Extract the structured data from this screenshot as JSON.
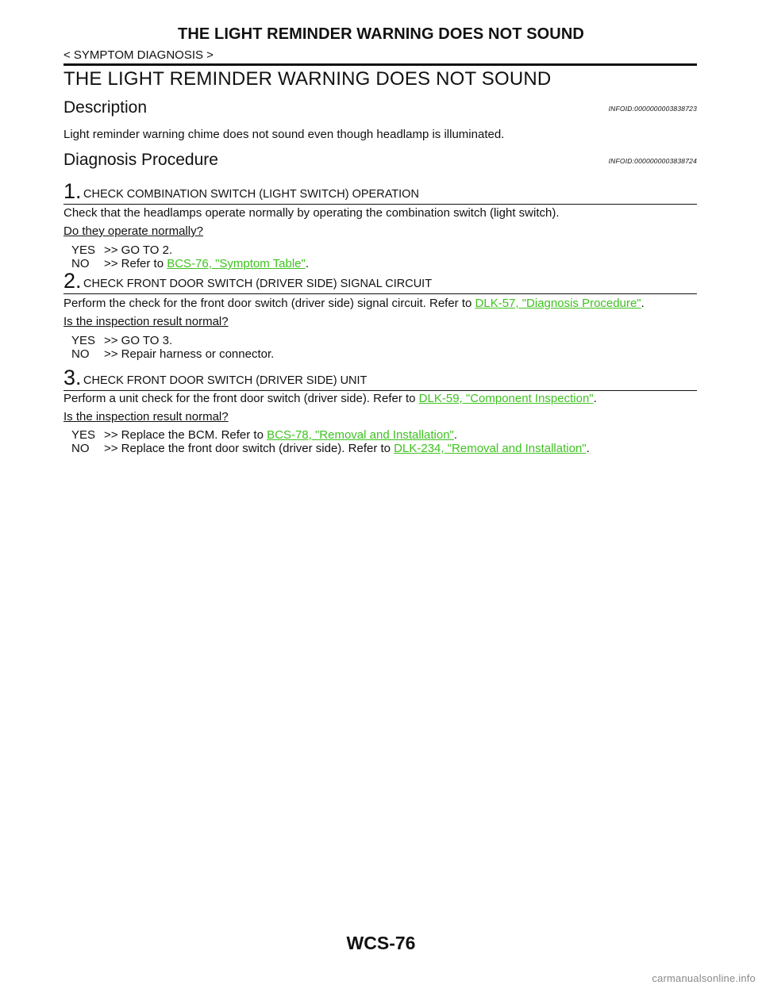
{
  "header": {
    "running_title": "THE LIGHT REMINDER WARNING DOES NOT SOUND",
    "section": "< SYMPTOM DIAGNOSIS >"
  },
  "title": "THE LIGHT REMINDER WARNING DOES NOT SOUND",
  "description": {
    "heading": "Description",
    "infoid": "INFOID:0000000003838723",
    "text": "Light reminder warning chime does not sound even though headlamp is illuminated."
  },
  "procedure": {
    "heading": "Diagnosis Procedure",
    "infoid": "INFOID:0000000003838724",
    "steps": [
      {
        "number": "1.",
        "title": "CHECK COMBINATION SWITCH (LIGHT SWITCH) OPERATION",
        "text": "Check that the headlamps operate normally by operating the combination switch (light switch).",
        "question": "Do they operate normally?",
        "yes": {
          "key": "YES",
          "text": ">> GO TO 2."
        },
        "no": {
          "key": "NO",
          "text": ">> Refer to ",
          "link": "BCS-76, \"Symptom Table\"",
          "suffix": "."
        }
      },
      {
        "number": "2.",
        "title": "CHECK FRONT DOOR SWITCH (DRIVER SIDE) SIGNAL CIRCUIT",
        "text": "Perform the check for the front door switch (driver side) signal circuit. Refer to ",
        "text_link": "DLK-57, \"Diagnosis Procedure\"",
        "text_suffix": ".",
        "question": "Is the inspection result normal?",
        "yes": {
          "key": "YES",
          "text": ">> GO TO 3."
        },
        "no": {
          "key": "NO",
          "text": ">> Repair harness or connector."
        }
      },
      {
        "number": "3.",
        "title": "CHECK FRONT DOOR SWITCH (DRIVER SIDE) UNIT",
        "text": "Perform a unit check for the front door switch (driver side). Refer to ",
        "text_link": "DLK-59, \"Component Inspection\"",
        "text_suffix": ".",
        "question": "Is the inspection result normal?",
        "yes": {
          "key": "YES",
          "text": ">> Replace the BCM. Refer to ",
          "link": "BCS-78, \"Removal and Installation\"",
          "suffix": "."
        },
        "no": {
          "key": "NO",
          "text": ">> Replace the front door switch (driver side). Refer to ",
          "link": "DLK-234, \"Removal and Installation\"",
          "suffix": "."
        }
      }
    ]
  },
  "footer": {
    "page_number": "WCS-76",
    "watermark": "carmanualsonline.info"
  },
  "colors": {
    "link": "#3ec21f",
    "text": "#111111"
  }
}
